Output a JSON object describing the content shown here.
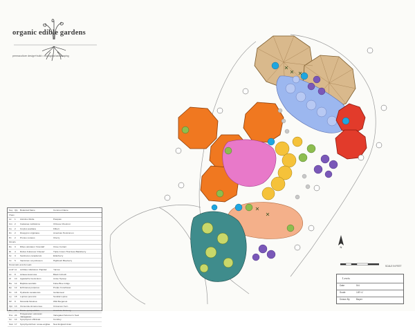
{
  "logo": {
    "name": "organic edible gardens",
    "tagline": "permaculture design+build • ecological landscaping"
  },
  "legend": {
    "headers": [
      "Key",
      "Qty",
      "Botanical Name",
      "Common Name"
    ],
    "groups": [
      {
        "title": "Trees",
        "rows": [
          [
            "Ac",
            "1",
            "Asimina triloba",
            "Pawpaw"
          ],
          [
            "Cm",
            "2",
            "Castanea mollissima",
            "Chinese Chestnut"
          ],
          [
            "Cu",
            "2",
            "Corylus avellana",
            "Filbert"
          ],
          [
            "Dv",
            "2",
            "Diospyros virginiana",
            "American Persimmon"
          ],
          [
            "Pc",
            "2",
            "Prunus cerasus",
            "Cherry"
          ]
        ]
      },
      {
        "title": "Shrubs",
        "rows": [
          [
            "Ro",
            "3",
            "Ribes odoratum 'Crandall'",
            "Clove Currant"
          ],
          [
            "Rt",
            "4",
            "Rubus fruticosus 'Chester'",
            "Triple Crown Thornless Blackberry"
          ],
          [
            "Sc",
            "3",
            "Sambucus canadensis",
            "Elderberry"
          ],
          [
            "Vc",
            "5",
            "Vaccinium corymbosum",
            "Highbush Blueberry"
          ]
        ]
      },
      {
        "title": "Perennials and Annuals",
        "rows": [
          [
            "AmP",
            "11",
            "Achillea millefolium 'Paprika'",
            "Yarrow"
          ],
          [
            "Ac",
            "8",
            "Actaea racemosa",
            "Black Cohosh"
          ],
          [
            "Af",
            "10",
            "Agastache foeniculum",
            "Anise Hyssop"
          ],
          [
            "Ba",
            "14",
            "Baptisia australis",
            "False Blue Indigo"
          ],
          [
            "Ep",
            "12",
            "Echinacea purpurea",
            "Purple Coneflower"
          ],
          [
            "Hc",
            "16",
            "Hydrastis canadensis",
            "Goldenseal"
          ],
          [
            "Lp",
            "15",
            "Lupinus perennis",
            "Sundial Lupine"
          ],
          [
            "Mf",
            "9",
            "Monarda fistulosa",
            "Wild Bergamot"
          ],
          [
            "Opt",
            "13",
            "Osmunda cinnamomea",
            "Cinnamon Fern"
          ],
          [
            "Ps",
            "11",
            "Panax quinquefolius",
            "American Ginseng"
          ],
          [
            "Pvo",
            "24",
            "Polygonatum odoratum 'Variegatum'",
            "Variegated Solomon's Seal"
          ],
          [
            "Sn",
            "14",
            "Symphytum officinale",
            "Comfrey"
          ],
          [
            "Ssm",
            "17",
            "Symphyotrichum novae-angliae",
            "New England Aster"
          ]
        ]
      }
    ]
  },
  "title_block": {
    "name": "Lewis",
    "scale_label": "SCALE IN FEET",
    "fields": [
      "Date",
      "Scale",
      "Drawn By"
    ],
    "values": [
      "5/4",
      "1/8\"=1'",
      "Bayer"
    ]
  },
  "compass": "N",
  "colors": {
    "trees_tan": "#d9b98c",
    "trees_orange": "#f07820",
    "trees_red": "#e23b2b",
    "shrubs_blue": "#9cb7ef",
    "magenta": "#e879c9",
    "yellow": "#f5c23a",
    "peach": "#f4b08a",
    "teal": "#3f8c8c",
    "purple": "#7a58b8",
    "green": "#8dbd4f",
    "cyan": "#1ea6e0"
  }
}
